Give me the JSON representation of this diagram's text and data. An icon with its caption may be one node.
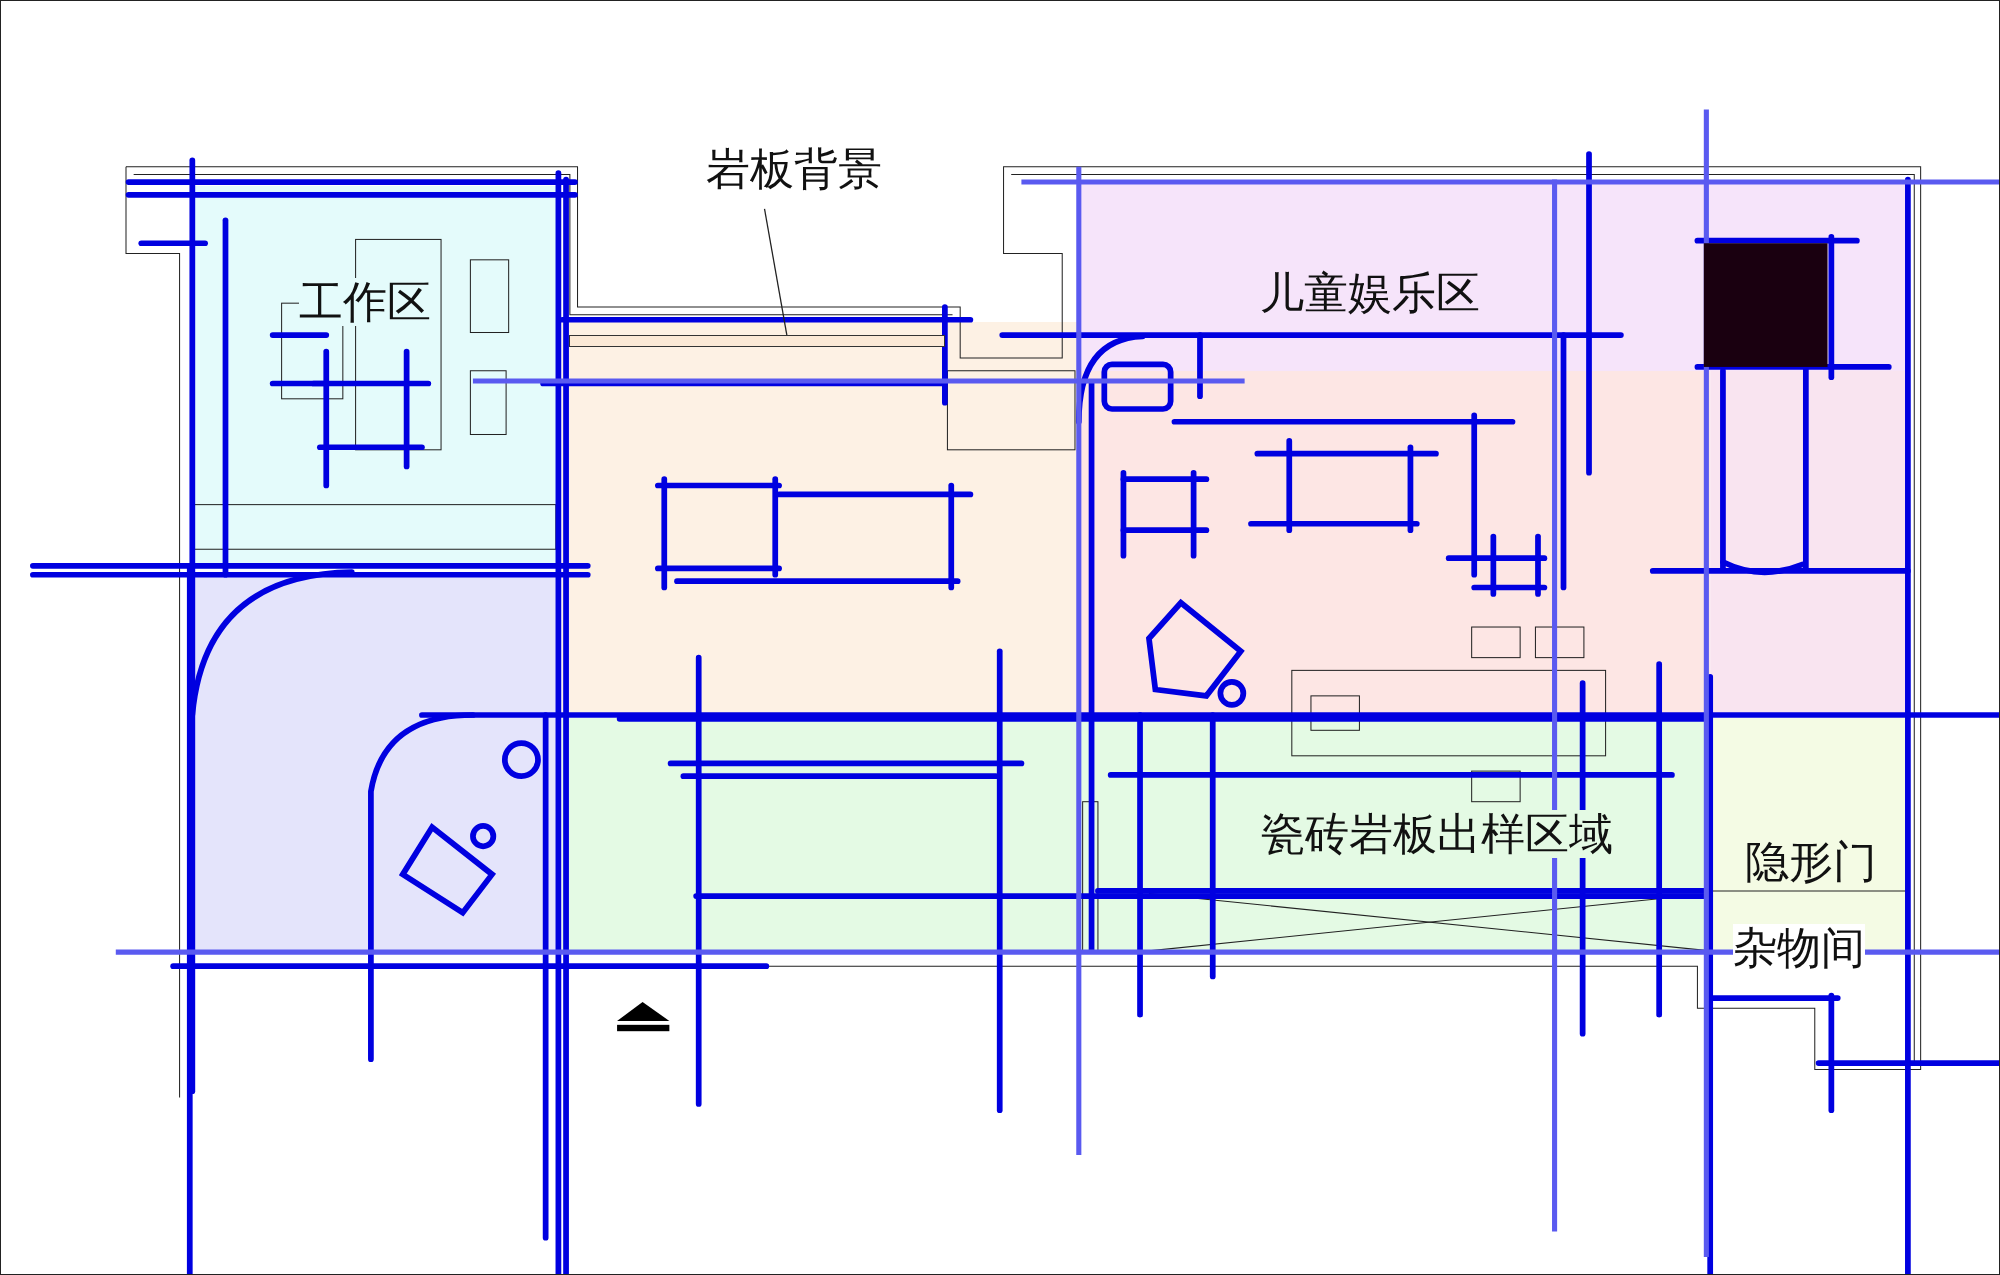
{
  "diagram": {
    "nodes": [
      {
        "text": [
          "岩板背景"
        ]
      },
      {
        "text": [],
        "shape": "box"
      },
      {
        "text": [],
        "shape": "box",
        "in": 1
      },
      {
        "text": [
          "工作区"
        ]
      },
      {
        "text": [
          "儿童娱乐区"
        ]
      },
      {
        "text": [],
        "shape": "box"
      },
      {
        "text": [],
        "shape": "box"
      },
      {
        "text": [
          "瓷砖岩板出样区域"
        ]
      },
      {
        "text": [
          "隐形门"
        ]
      }
    ],
    "edges": [
      {
        "from": 0,
        "to": 2,
        "arrow": "none"
      }
    ],
    "labels": [
      "杂物间"
    ]
  }
}
